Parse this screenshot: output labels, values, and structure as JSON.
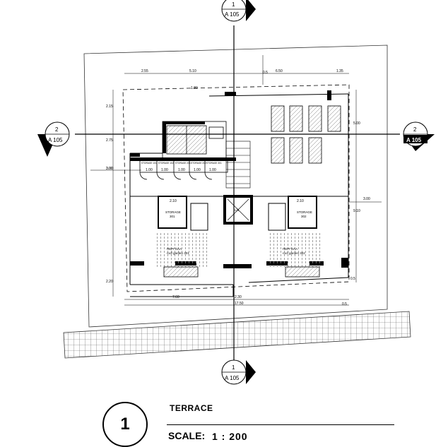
{
  "sheet": {
    "drawing_title": "TERRACE",
    "detail_number": "1",
    "scale_label": "SCALE:",
    "scale_value": "1 : 200"
  },
  "section_markers": {
    "top": {
      "number": "1",
      "sheet": "A 105"
    },
    "bottom": {
      "number": "1",
      "sheet": "A 105"
    },
    "left": {
      "number": "2",
      "sheet": "A 105"
    },
    "right": {
      "number": "2",
      "sheet": "A 105"
    }
  },
  "dimensions": {
    "top_1": "2.55",
    "top_2": "5.10",
    "top_3": "6.50",
    "top_4": "1.35",
    "top_stair": "1.80",
    "top_vert": "0.5",
    "left_1": "2.15",
    "left_2": "2.75",
    "left_3": "3.00",
    "left_4": "2.20",
    "right_1": "5.00",
    "right_2": "9.10",
    "right_3": "3.00",
    "bottom_1": "7.60",
    "bottom_2": "2.30",
    "bottom_3": "17.50",
    "storage_room_w": "2.10",
    "storage_room_w2": "2.10",
    "storage_cell": "1.00",
    "small_1": "0.5",
    "small_2": "0.5"
  },
  "rooms": {
    "storage_units": [
      "STORAGE 101",
      "STORAGE 102",
      "STORAGE 201",
      "STORAGE 202",
      "STORAGE 301"
    ],
    "storage_301": {
      "label": "STORAGE",
      "number": "301"
    },
    "storage_302": {
      "label": "STORAGE",
      "number": "302"
    },
    "pergola_1": {
      "line1": "ΠΕΡΓΟΛΑ",
      "line2": "roof garden 301"
    },
    "pergola_2": {
      "line1": "ΠΕΡΓΟΛΑ",
      "line2": "roof garden 302"
    },
    "lift": "Lift"
  }
}
